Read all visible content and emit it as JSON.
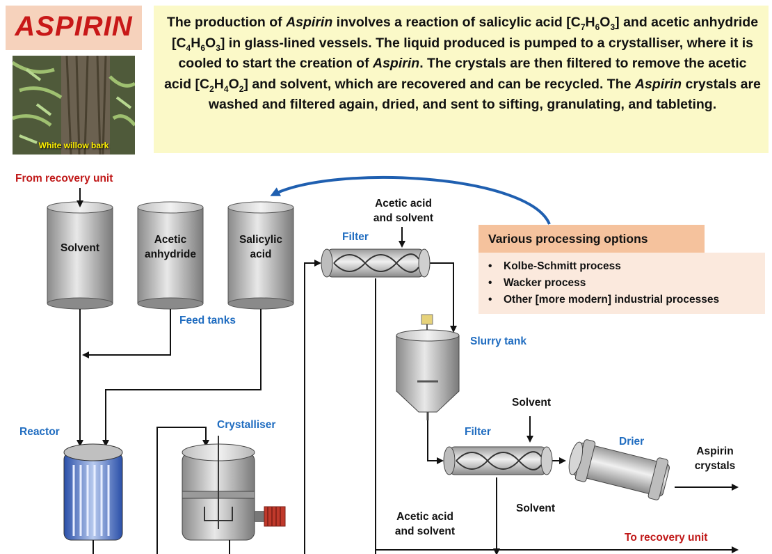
{
  "title": "ASPIRIN",
  "photo_caption": "White willow bark",
  "description": {
    "p1_a": "The production of ",
    "p1_em": "Aspirin",
    "p1_b": " involves a reaction of salicylic acid [C",
    "s1": "7",
    "m1": "H",
    "s2": "6",
    "m2": "O",
    "s3": "3",
    "p1_c": "] and acetic anhydride [C",
    "s4": "4",
    "m3": "H",
    "s5": "6",
    "m4": "O",
    "s6": "3",
    "p1_d": "] in glass-lined vessels. The liquid produced is pumped to a crystalliser, where it is cooled to start the creation of ",
    "p1_em2": "Aspirin",
    "p1_e": ". The crystals are then filtered to remove the acetic acid [C",
    "s7": "2",
    "m5": "H",
    "s8": "4",
    "m6": "O",
    "s9": "2",
    "p1_f": "] and solvent, which are recovered and can be recycled. The ",
    "p1_em3": "Aspirin",
    "p1_g": " crystals are washed and filtered again, dried, and sent to sifting, granulating, and tableting."
  },
  "labels": {
    "from_recovery": "From recovery unit",
    "solvent_tank": "Solvent",
    "acetic_anhydride_1": "Acetic",
    "acetic_anhydride_2": "anhydride",
    "salicylic_1": "Salicylic",
    "salicylic_2": "acid",
    "feed_tanks": "Feed tanks",
    "acetic_solvent_top_1": "Acetic acid",
    "acetic_solvent_top_2": "and solvent",
    "filter_1": "Filter",
    "slurry_tank": "Slurry tank",
    "reactor": "Reactor",
    "crystalliser": "Crystalliser",
    "solvent_in": "Solvent",
    "filter_2": "Filter",
    "drier": "Drier",
    "aspirin_crystals_1": "Aspirin",
    "aspirin_crystals_2": "crystals",
    "solvent_out": "Solvent",
    "acetic_solvent_bottom_1": "Acetic acid",
    "acetic_solvent_bottom_2": "and solvent",
    "to_recovery": "To recovery unit"
  },
  "options": {
    "heading": "Various processing options",
    "items": [
      "Kolbe-Schmitt process",
      "Wacker process",
      "Other [more modern] industrial processes"
    ]
  },
  "colors": {
    "title_red": "#c81818",
    "label_blue": "#1f6cc0",
    "recovery_red": "#c01818",
    "desc_bg": "#fbf9c8",
    "options_head_bg": "#f5c29d",
    "options_body_bg": "#fbe9dd",
    "arrow_blue": "#1f5fb0"
  }
}
